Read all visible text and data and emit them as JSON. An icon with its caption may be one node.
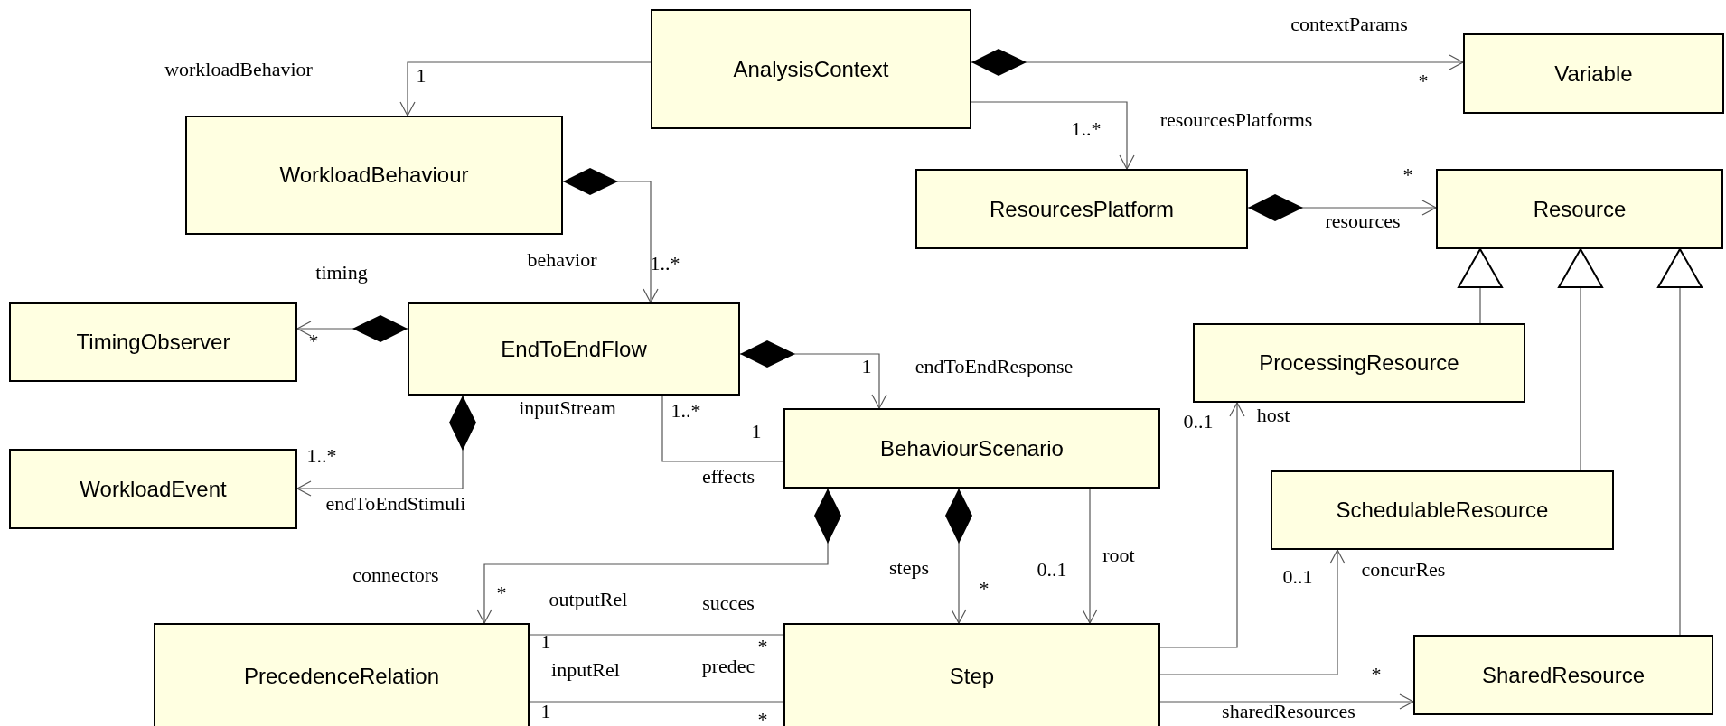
{
  "diagram": {
    "nodes": [
      {
        "text": [
          "AnalysisContext"
        ]
      },
      {
        "text": [
          "Variable"
        ]
      },
      {
        "text": [
          "WorkloadBehaviour"
        ]
      },
      {
        "text": [
          "ResourcesPlatform"
        ]
      },
      {
        "text": [
          "Resource"
        ]
      },
      {
        "text": [
          "TimingObserver"
        ]
      },
      {
        "text": [
          "EndToEndFlow"
        ]
      },
      {
        "text": [
          "ProcessingResource"
        ]
      },
      {
        "text": [
          "BehaviourScenario"
        ]
      },
      {
        "text": [
          "WorkloadEvent"
        ]
      },
      {
        "text": [
          "SchedulableResource"
        ]
      },
      {
        "text": [
          "PrecedenceRelation"
        ]
      },
      {
        "text": [
          "Step"
        ]
      },
      {
        "text": [
          "SharedResource"
        ]
      }
    ],
    "edges": [
      {
        "from": 0,
        "to": 2,
        "arrow": "to",
        "label": "workloadBehavior"
      },
      {
        "from": 0,
        "to": 1,
        "arrow": "to",
        "label": "contextParams"
      },
      {
        "from": 0,
        "to": 3,
        "arrow": "to",
        "label": "resourcesPlatforms"
      },
      {
        "from": 2,
        "to": 6,
        "arrow": "to",
        "label": "behavior"
      },
      {
        "from": 3,
        "to": 4,
        "arrow": "to",
        "label": "resources"
      },
      {
        "from": 6,
        "to": 5,
        "arrow": "to",
        "label": "timing"
      },
      {
        "from": 6,
        "to": 8,
        "arrow": "to",
        "label": "endToEndResponse"
      },
      {
        "from": 6,
        "to": 9,
        "arrow": "to",
        "label": "endToEndStimuli"
      },
      {
        "from": 6,
        "to": 8,
        "arrow": "none",
        "label": "effects"
      },
      {
        "from": 8,
        "to": 11,
        "arrow": "to",
        "label": "connectors"
      },
      {
        "from": 8,
        "to": 12,
        "arrow": "to",
        "label": "steps"
      },
      {
        "from": 8,
        "to": 12,
        "arrow": "to",
        "label": "root"
      },
      {
        "from": 11,
        "to": 12,
        "arrow": "none",
        "label": "outputRel"
      },
      {
        "from": 11,
        "to": 12,
        "arrow": "none",
        "label": "inputRel"
      },
      {
        "from": 12,
        "to": 7,
        "arrow": "to",
        "label": "host"
      },
      {
        "from": 12,
        "to": 10,
        "arrow": "to",
        "label": "concurRes"
      },
      {
        "from": 12,
        "to": 13,
        "arrow": "to",
        "label": "sharedResources"
      },
      {
        "from": 7,
        "to": 4,
        "arrow": "to"
      },
      {
        "from": 10,
        "to": 4,
        "arrow": "to"
      },
      {
        "from": 13,
        "to": 4,
        "arrow": "to"
      }
    ],
    "labels": [
      "1",
      "*",
      "1..*",
      "*",
      "1..*",
      "*",
      "1",
      "inputStream",
      "1..*",
      "1",
      "1..*",
      "0..1",
      "*",
      "*",
      "0..1",
      "succes",
      "0..1",
      "1",
      "*",
      "predec",
      "1",
      "*",
      "*"
    ]
  }
}
